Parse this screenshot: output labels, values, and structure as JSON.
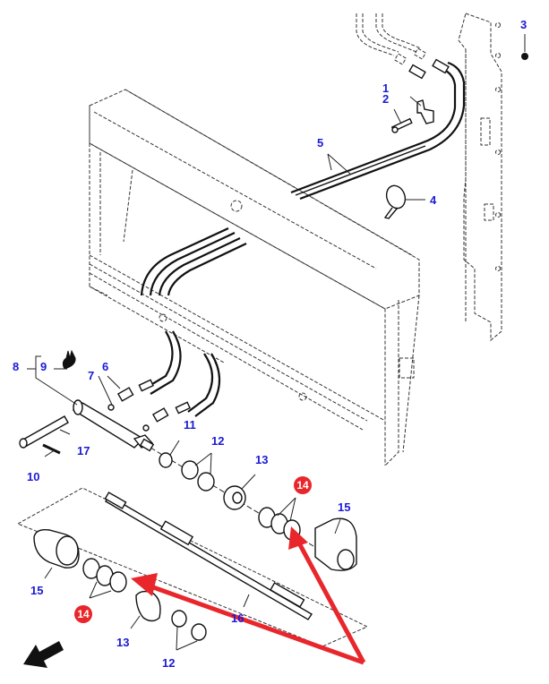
{
  "diagram": {
    "type": "exploded-parts-diagram",
    "accent_label_color": "#1a1ad6",
    "highlight_color": "#e8262b",
    "callouts": [
      {
        "id": "1",
        "label": "1"
      },
      {
        "id": "2",
        "label": "2"
      },
      {
        "id": "3",
        "label": "3"
      },
      {
        "id": "4",
        "label": "4"
      },
      {
        "id": "5",
        "label": "5"
      },
      {
        "id": "6",
        "label": "6"
      },
      {
        "id": "7",
        "label": "7"
      },
      {
        "id": "8",
        "label": "8"
      },
      {
        "id": "9",
        "label": "9"
      },
      {
        "id": "10",
        "label": "10"
      },
      {
        "id": "11",
        "label": "11"
      },
      {
        "id": "12a",
        "label": "12"
      },
      {
        "id": "13a",
        "label": "13"
      },
      {
        "id": "14a",
        "label": "14"
      },
      {
        "id": "15a",
        "label": "15"
      },
      {
        "id": "15b",
        "label": "15"
      },
      {
        "id": "14b",
        "label": "14"
      },
      {
        "id": "13b",
        "label": "13"
      },
      {
        "id": "12b",
        "label": "12"
      },
      {
        "id": "16",
        "label": "16"
      },
      {
        "id": "17",
        "label": "17"
      }
    ],
    "highlighted_part": "14",
    "orientation_arrow": "front-direction-arrow"
  }
}
